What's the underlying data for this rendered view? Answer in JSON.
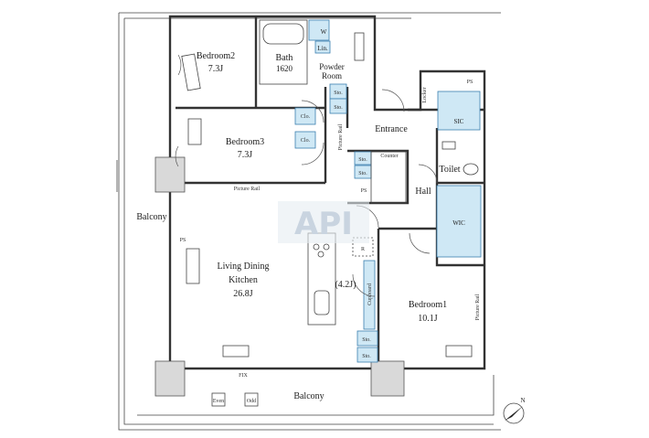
{
  "rooms": {
    "bedroom2": {
      "name": "Bedroom2",
      "size": "7.3J"
    },
    "bedroom3": {
      "name": "Bedroom3",
      "size": "7.3J"
    },
    "bath": {
      "name": "Bath",
      "size": "1620"
    },
    "powder": {
      "line1": "Powder",
      "line2": "Room"
    },
    "ldk": {
      "line1": "Living Dining",
      "line2": "Kitchen",
      "size": "26.8J"
    },
    "kitchen_size": "(4.2J)",
    "bedroom1": {
      "name": "Bedroom1",
      "size": "10.1J"
    },
    "entrance": "Entrance",
    "hall": "Hall",
    "toilet": "Toilet"
  },
  "storage": {
    "w": "W",
    "lin": "Lin.",
    "sto": "Sto.",
    "clo": "Clo.",
    "sic": "SIC",
    "wic": "WIC",
    "ps": "PS",
    "counter": "Counter",
    "locker": "Locker",
    "cupboard": "Cupboard",
    "r": "R"
  },
  "labels": {
    "picture_rail": "Picture Rail",
    "balcony": "Balcony",
    "fix": "FIX",
    "even": "Even",
    "odd": "Odd"
  },
  "watermark": "API",
  "compass": "N"
}
